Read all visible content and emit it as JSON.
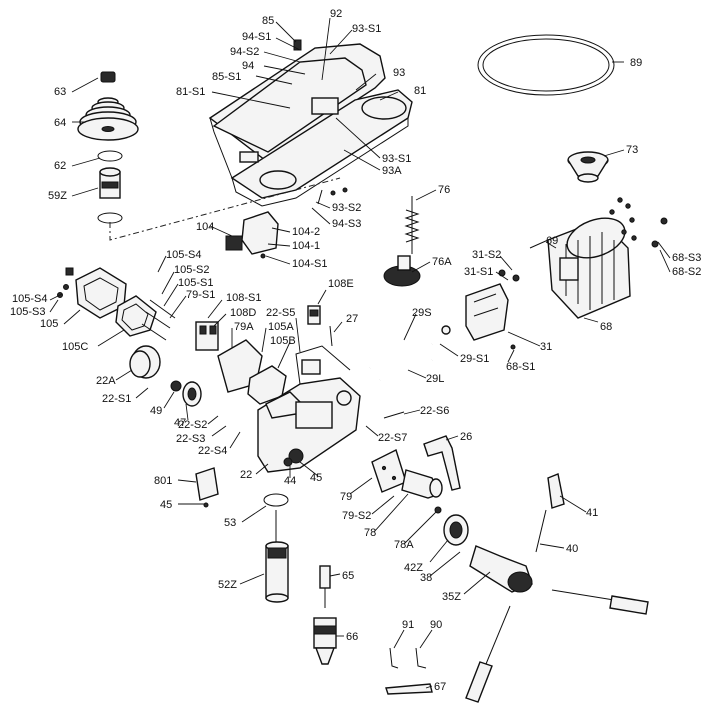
{
  "labels": {
    "p85": "85",
    "p92": "92",
    "p94s1": "94-S1",
    "p93s1a": "93-S1",
    "p94s2": "94-S2",
    "p94": "94",
    "p93": "93",
    "p85s1": "85-S1",
    "p81": "81",
    "p81s1": "81-S1",
    "p89": "89",
    "p63": "63",
    "p64": "64",
    "p62": "62",
    "p59z": "59Z",
    "p93s1b": "93-S1",
    "p93a": "93A",
    "p73": "73",
    "p76": "76",
    "p93s2": "93-S2",
    "p94s3": "94-S3",
    "p104": "104",
    "p1042": "104-2",
    "p1041": "104-1",
    "p104s1": "104-S1",
    "p69": "69",
    "p31s2": "31-S2",
    "p68s3": "68-S3",
    "p68s2": "68-S2",
    "p76a": "76A",
    "p31s1": "31-S1",
    "p105s4a": "105-S4",
    "p105s2": "105-S2",
    "p105s1": "105-S1",
    "p79s1": "79-S1",
    "p108s1": "108-S1",
    "p108e": "108E",
    "p108d": "108D",
    "p105s4b": "105-S4",
    "p105s3": "105-S3",
    "p105": "105",
    "p22s5": "22-S5",
    "p79a": "79A",
    "p105a": "105A",
    "p105b": "105B",
    "p27": "27",
    "p29s": "29S",
    "p68": "68",
    "p31": "31",
    "p105c": "105C",
    "p29s1": "29-S1",
    "p68s1": "68-S1",
    "p22a": "22A",
    "p29l": "29L",
    "p22s1": "22-S1",
    "p49": "49",
    "p22s6": "22-S6",
    "p47": "47",
    "p22s2": "22-S2",
    "p22s3": "22-S3",
    "p22s7": "22-S7",
    "p26": "26",
    "p22s4": "22-S4",
    "p801": "801",
    "p22": "22",
    "p44": "44",
    "p45a": "45",
    "p45b": "45",
    "p79": "79",
    "p41": "41",
    "p79s2": "79-S2",
    "p53": "53",
    "p78": "78",
    "p78a": "78A",
    "p40": "40",
    "p42z": "42Z",
    "p38": "38",
    "p65": "65",
    "p52z": "52Z",
    "p35z": "35Z",
    "p91": "91",
    "p90": "90",
    "p66": "66",
    "p67": "67"
  }
}
